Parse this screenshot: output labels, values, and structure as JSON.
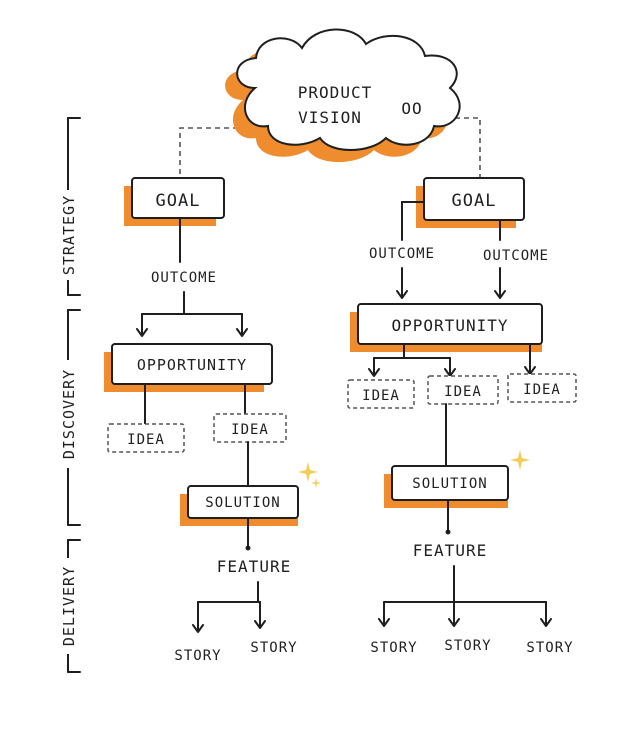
{
  "diagram": {
    "vision": {
      "line1": "PRODUCT",
      "line2": "VISION",
      "eyes": "OO"
    },
    "phases": {
      "strategy": "STRATEGY",
      "discovery": "DISCOVERY",
      "delivery": "DELIVERY"
    },
    "left": {
      "goal": "GOAL",
      "outcome": "OUTCOME",
      "opportunity": "OPPORTUNITY",
      "ideas": [
        "IDEA",
        "IDEA"
      ],
      "solution": "SOLUTION",
      "feature": "FEATURE",
      "stories": [
        "STORY",
        "STORY"
      ]
    },
    "right": {
      "goal": "GOAL",
      "outcomes": [
        "OUTCOME",
        "OUTCOME"
      ],
      "opportunity": "OPPORTUNITY",
      "ideas": [
        "IDEA",
        "IDEA",
        "IDEA"
      ],
      "solution": "SOLUTION",
      "feature": "FEATURE",
      "stories": [
        "STORY",
        "STORY",
        "STORY"
      ]
    },
    "colors": {
      "accent": "#ef8d2e",
      "ink": "#1f1f1f",
      "sparkle": "#f3cf5a"
    }
  }
}
